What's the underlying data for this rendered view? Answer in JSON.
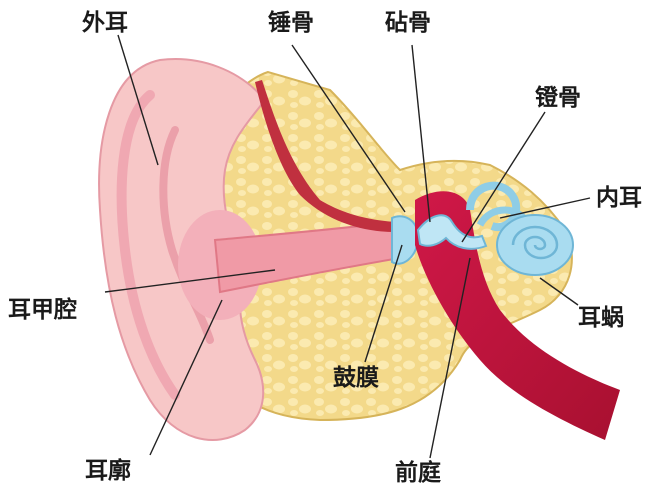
{
  "labels": {
    "outer_ear": "外耳",
    "malleus": "锤骨",
    "incus": "砧骨",
    "stapes": "镫骨",
    "inner_ear": "内耳",
    "concha": "耳甲腔",
    "cochlea": "耳蜗",
    "eardrum": "鼓膜",
    "auricle": "耳廓",
    "vestibule": "前庭"
  },
  "colors": {
    "skin": "#f7c7c7",
    "skin_dark": "#e88f98",
    "bone": "#f3d98a",
    "bone_cell": "#fbeab0",
    "canal": "#f09aa6",
    "muscle": "#c0303f",
    "tube": "#c8163c",
    "inner": "#a9dcf0",
    "line": "#222222"
  }
}
